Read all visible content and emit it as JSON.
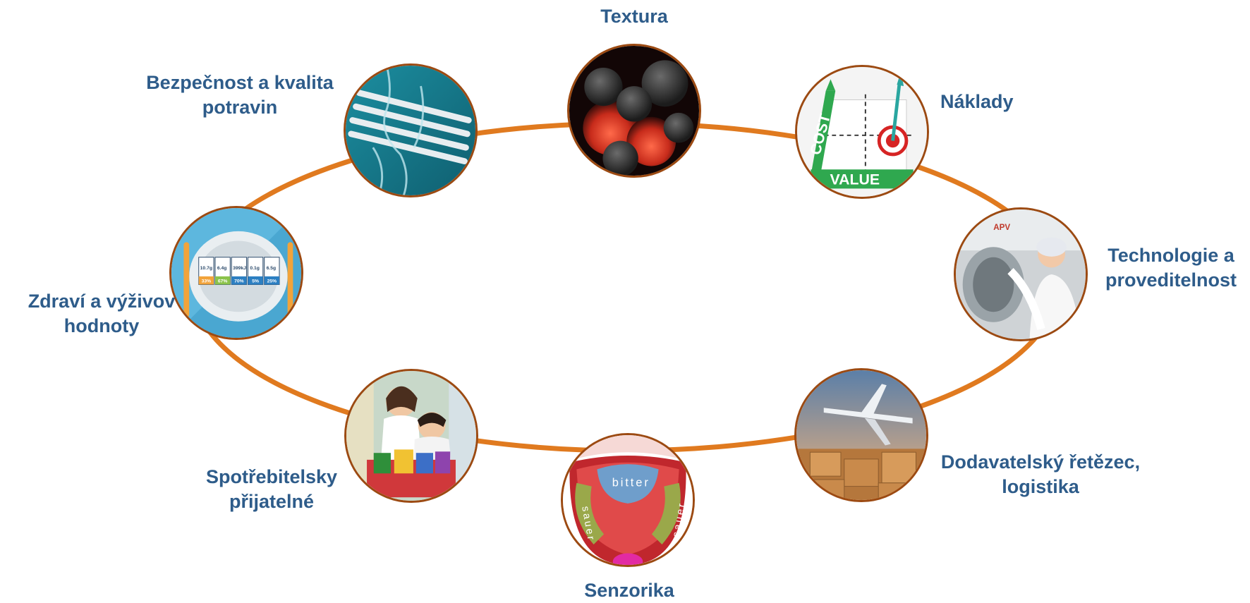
{
  "colors": {
    "ring": "#E07A1F",
    "label": "#2E5C8A",
    "node_border": "#9c4a12"
  },
  "nodes": [
    {
      "id": "textura",
      "label_lines": [
        "Textura"
      ],
      "image": "texture-microsphere-photo"
    },
    {
      "id": "naklady",
      "label_lines": [
        "Náklady"
      ],
      "image": "cost-value-chart-photo",
      "image_text": {
        "y_axis": "COST",
        "x_axis": "VALUE"
      }
    },
    {
      "id": "technologie",
      "label_lines": [
        "Technologie a",
        "proveditelnost"
      ],
      "image": "factory-worker-photo",
      "image_text": {
        "logo": "APV"
      }
    },
    {
      "id": "dodavatelsky",
      "label_lines": [
        "Dodavatelský řetězec,",
        "logistika"
      ],
      "image": "cargo-plane-boxes-photo"
    },
    {
      "id": "senzorika",
      "label_lines": [
        "Senzorika"
      ],
      "image": "tongue-taste-map-illustration",
      "image_text": {
        "top": "bitter",
        "left": "sauer",
        "right": "sauer"
      }
    },
    {
      "id": "spotrebitelsky",
      "label_lines": [
        "Spotřebitelsky",
        "přijatelné"
      ],
      "image": "shoppers-cart-photo"
    },
    {
      "id": "zdravi",
      "label_lines": [
        "Zdraví a výživov",
        "hodnoty"
      ],
      "image": "nutrition-plate-illustration",
      "image_text": {
        "values": [
          "10.7g",
          "6.4g",
          "399kJ",
          "0.1g",
          "6.5g"
        ],
        "percents": [
          "33%",
          "67%",
          "70%",
          "5%",
          "25%"
        ]
      }
    },
    {
      "id": "bezpecnost",
      "label_lines": [
        "Bezpečnost a kvalita",
        "potravin"
      ],
      "image": "fork-water-splash-photo"
    }
  ]
}
